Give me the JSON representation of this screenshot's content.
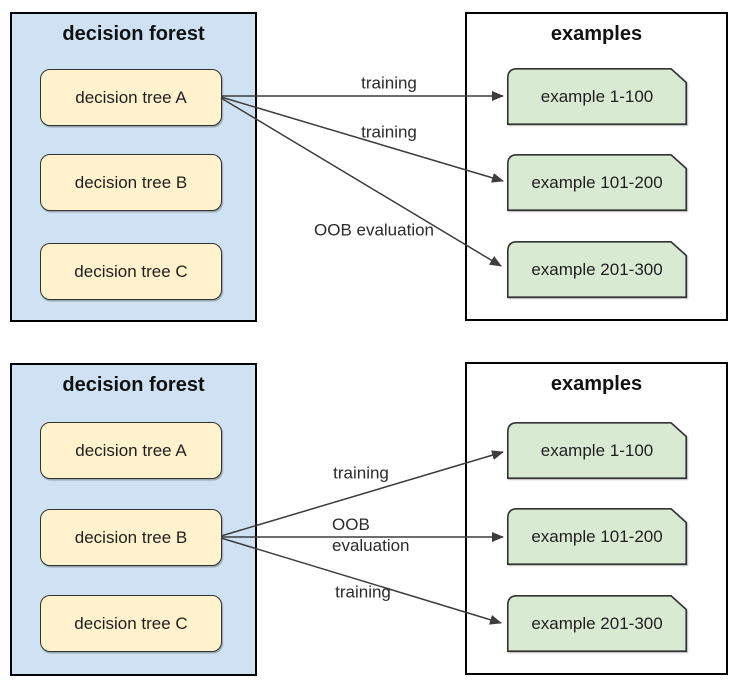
{
  "colors": {
    "forest_fill": "#cfe2f3",
    "tree_fill": "#fff2cc",
    "example_fill": "#d9ead3",
    "panel_border": "#000000",
    "node_border": "#333333",
    "arrow": "#3d3d3d"
  },
  "panels": [
    {
      "forest_title": "decision forest",
      "trees": [
        {
          "label": "decision tree A"
        },
        {
          "label": "decision tree B"
        },
        {
          "label": "decision tree C"
        }
      ],
      "examples_title": "examples",
      "examples": [
        {
          "label": "example 1-100"
        },
        {
          "label": "example 101-200"
        },
        {
          "label": "example 201-300"
        }
      ],
      "source": "decision tree A",
      "arrows": [
        {
          "from": "decision tree A",
          "to": "example 1-100",
          "label": "training"
        },
        {
          "from": "decision tree A",
          "to": "example 101-200",
          "label": "training"
        },
        {
          "from": "decision tree A",
          "to": "example 201-300",
          "label": "OOB evaluation"
        }
      ]
    },
    {
      "forest_title": "decision forest",
      "trees": [
        {
          "label": "decision tree A"
        },
        {
          "label": "decision tree B"
        },
        {
          "label": "decision tree C"
        }
      ],
      "examples_title": "examples",
      "examples": [
        {
          "label": "example 1-100"
        },
        {
          "label": "example 101-200"
        },
        {
          "label": "example 201-300"
        }
      ],
      "source": "decision tree B",
      "arrows": [
        {
          "from": "decision tree B",
          "to": "example 1-100",
          "label": "training"
        },
        {
          "from": "decision tree B",
          "to": "example 101-200",
          "label": "OOB\nevaluation"
        },
        {
          "from": "decision tree B",
          "to": "example 201-300",
          "label": "training"
        }
      ]
    }
  ]
}
